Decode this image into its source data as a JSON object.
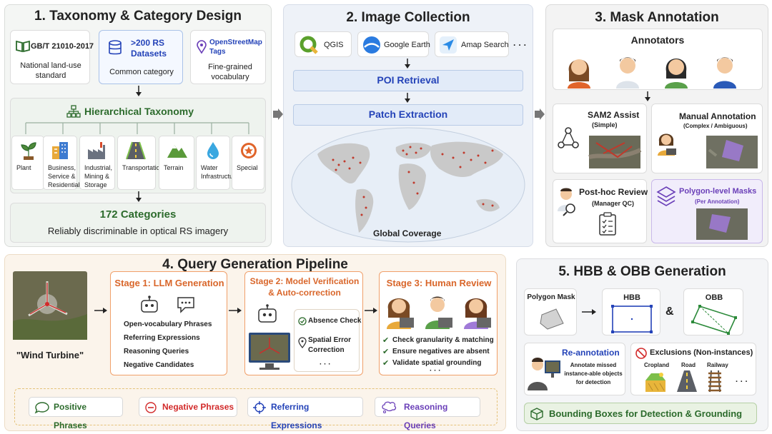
{
  "panel1": {
    "title": "1. Taxonomy & Category Design",
    "sources": [
      {
        "title": "GB/T 21010-2017",
        "desc": "National land-use standard"
      },
      {
        "title": ">200 RS Datasets",
        "desc": "Common category"
      },
      {
        "title": "OpenStreetMap Tags",
        "desc": "Fine-grained vocabulary"
      }
    ],
    "taxonomy_title": "Hierarchical Taxonomy",
    "categories": [
      "Plant",
      "Business, Service & Residential",
      "Industrial, Mining & Storage",
      "Transportation",
      "Terrain",
      "Water Infrastructure",
      "Special"
    ],
    "count_title": "172 Categories",
    "count_desc": "Reliably discriminable in optical RS imagery"
  },
  "panel2": {
    "title": "2. Image Collection",
    "tools": [
      "QGIS",
      "Google Earth",
      "Amap Search"
    ],
    "ellipsis": "· · ·",
    "step1": "POI Retrieval",
    "step2": "Patch Extraction",
    "map_caption": "Global Coverage"
  },
  "panel3": {
    "title": "3. Mask Annotation",
    "annotators": "Annotators",
    "sam_title": "SAM2 Assist",
    "sam_sub": "(Simple)",
    "manual_title": "Manual Annotation",
    "manual_sub": "(Complex / Ambiguous)",
    "review_title": "Post-hoc Review",
    "review_sub": "(Manager QC)",
    "poly_title": "Polygon-level Masks",
    "poly_sub": "(Per Annotation)"
  },
  "panel4": {
    "title": "4. Query Generation Pipeline",
    "example": "\"Wind Turbine\"",
    "stage1_title": "Stage 1: LLM Generation",
    "stage1_items": [
      "Open-vocabulary Phrases",
      "Referring Expressions",
      "Reasoning Queries",
      "Negative Candidates"
    ],
    "stage2_title_a": "Stage 2: Model Verification",
    "stage2_title_b": "& Auto-correction",
    "stage2_items": [
      "Absence Check",
      "Spatial Error",
      "Correction"
    ],
    "stage2_ellipsis": "· · ·",
    "stage3_title": "Stage 3: Human Review",
    "stage3_items": [
      "Check granularity & matching",
      "Ensure negatives are absent",
      "Validate spatial grounding"
    ],
    "stage3_ellipsis": "· · ·",
    "legend": [
      "Positive Phrases",
      "Negative Phrases",
      "Referring Expressions",
      "Reasoning Queries"
    ]
  },
  "panel5": {
    "title": "5. HBB & OBB Generation",
    "polygon_mask": "Polygon Mask",
    "hbb": "HBB",
    "amp": "&",
    "obb": "OBB",
    "reannot_title": "Re-annotation",
    "reannot_desc": [
      "Annotate missed",
      "instance-able objects",
      "for detection"
    ],
    "excl_title": "Exclusions (Non-instances)",
    "excl_items": [
      "Cropland",
      "Road",
      "Railway"
    ],
    "excl_ellipsis": "· · ·",
    "footer": "Bounding Boxes for Detection & Grounding"
  },
  "colors": {
    "accent_blue": "#2443b8",
    "accent_green": "#2c6b2c",
    "accent_orange": "#d9662a",
    "accent_red": "#d22a2a",
    "accent_purple": "#6a3fb8"
  }
}
